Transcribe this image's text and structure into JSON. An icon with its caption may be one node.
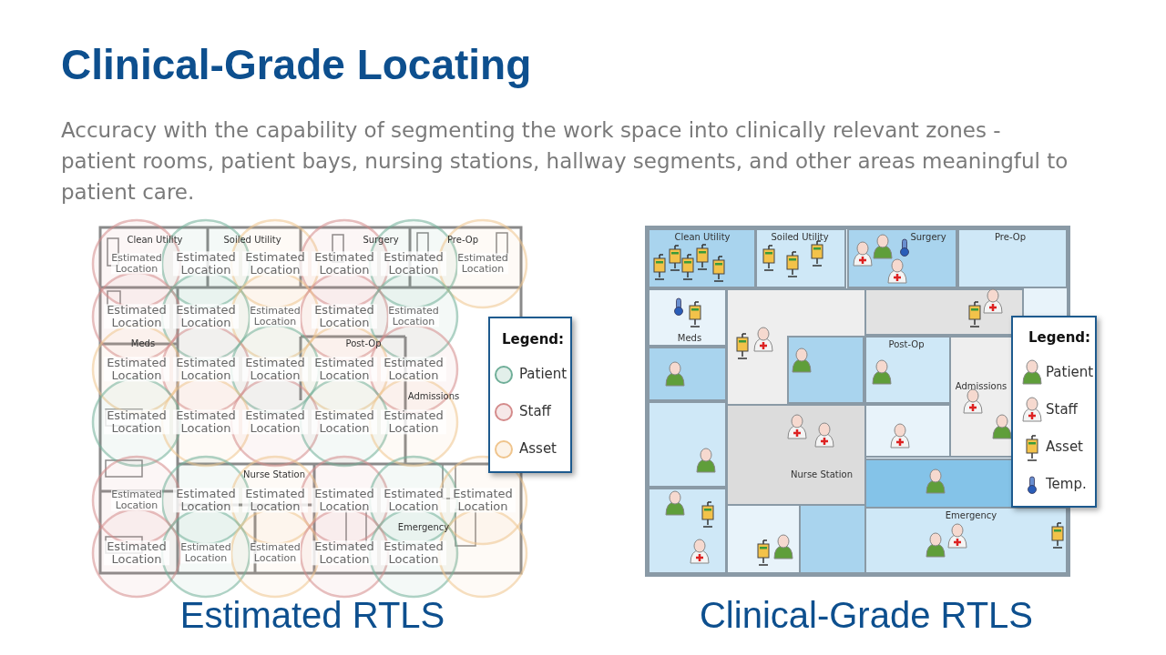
{
  "diagram": {
    "title": "Clinical-Grade Locating",
    "labels": [
      "Accuracy with the capability of segmenting the work space into clinically relevant zones - patient rooms, patient bays, nursing stations, hallway segments, and other areas meaningful to patient care.",
      "Clean Utility",
      "Soiled Utility",
      "Surgery",
      "Pre-Op",
      "Meds",
      "Post-Op",
      "Admissions",
      "Nurse Station",
      "Emergency",
      "Estimated Location",
      "Estimated Location",
      "Estimated Location",
      "Estimated Location",
      "Estimated Location",
      "Estimated Location",
      "Estimated Location",
      "Estimated Location",
      "Estimated Location",
      "Estimated Location",
      "Estimated Location",
      "Estimated Location",
      "Estimated Location",
      "Estimated Location",
      "Estimated Location",
      "Estimated Location",
      "Estimated Location",
      "Estimated Location",
      "Estimated Location",
      "Estimated Location",
      "Estimated Location",
      "Estimated Location",
      "Estimated Location",
      "Estimated Location",
      "Estimated Location",
      "Estimated Location",
      "Estimated Location",
      "Estimated Location",
      "Estimated Location",
      "Estimated Location",
      "Estimated Location",
      "Estimated Location",
      "Legend:",
      "Estimated RTLS",
      "Clean Utility",
      "Soiled Utility",
      "Surgery",
      "Pre-Op",
      "Meds",
      "Post-Op",
      "Admissions",
      "Nurse Station",
      "Emergency",
      "Legend:",
      "Clinical-Grade RTLS"
    ],
    "legend": [
      {
        "text": "Patient",
        "color": "#6fae98"
      },
      {
        "text": "Staff",
        "color": "#d48b8b"
      },
      {
        "text": "Asset",
        "color": "#efc48c"
      },
      {
        "text": "Patient"
      },
      {
        "text": "Staff"
      },
      {
        "text": "Asset"
      },
      {
        "text": "Temp."
      }
    ]
  }
}
